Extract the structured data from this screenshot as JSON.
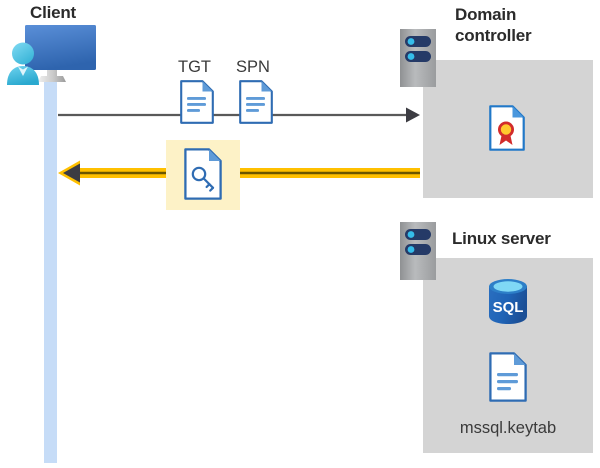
{
  "diagram": {
    "title": "Kerberos authentication flow between client, domain controller and Linux server",
    "colors": {
      "panel_gray": "#d4d4d4",
      "lifeline_blue": "#c6dcf7",
      "highlight_yellow": "#fdf2c7",
      "arrow_gold": "#ffc000",
      "arrow_gray": "#595959",
      "doc_blue": "#3f7cc1",
      "sql_blue": "#1f6fc4",
      "cert_red": "#d22b2b",
      "cert_gold": "#ffc82e",
      "text_dark": "#2b2b2b"
    }
  },
  "client": {
    "title": "Client",
    "icon": "user-at-computer-icon",
    "lifeline": "client-lifeline"
  },
  "domain_controller": {
    "title": "Domain\ncontroller",
    "rack_icon": "server-rack-icon",
    "contents": [
      {
        "icon": "certificate-document-icon",
        "label": ""
      }
    ]
  },
  "linux_server": {
    "title": "Linux server",
    "rack_icon": "server-rack-icon",
    "contents": [
      {
        "icon": "sql-database-icon",
        "label": "SQL"
      },
      {
        "icon": "document-icon",
        "label": "mssql.keytab"
      }
    ]
  },
  "messages": [
    {
      "id": "request",
      "direction": "client-to-domain-controller",
      "style": "thin-gray-arrow",
      "artifacts": [
        {
          "label": "TGT",
          "icon": "document-icon"
        },
        {
          "label": "SPN",
          "icon": "document-icon"
        }
      ]
    },
    {
      "id": "response",
      "direction": "domain-controller-to-client",
      "style": "thick-gold-arrow",
      "highlighted": true,
      "artifacts": [
        {
          "label": "",
          "icon": "key-document-icon"
        }
      ]
    }
  ]
}
